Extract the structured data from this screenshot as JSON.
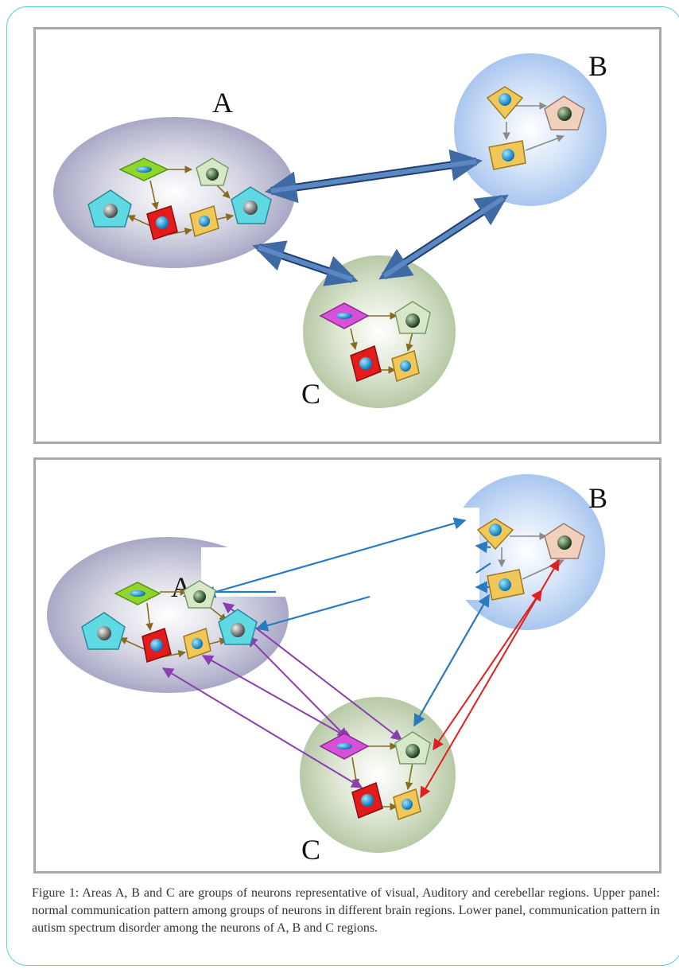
{
  "upper_panel": {
    "area_labels": {
      "a": "A",
      "b": "B",
      "c": "C"
    }
  },
  "lower_panel": {
    "area_labels": {
      "a": "A",
      "b": "B",
      "c": "C"
    }
  },
  "caption": "Figure 1: Areas A, B and C are groups of neurons representative of visual, Auditory and cerebellar regions. Upper panel: normal communication pattern among groups of neurons in different brain regions. Lower panel, communication pattern in autism spectrum disorder among the neurons of A, B and C regions.",
  "colors": {
    "area_a": "#a9a9c7",
    "area_b": "#a9c6ef",
    "area_c": "#b7c9a5",
    "inter_area_arrow": "#3f6aa3",
    "intra_area_arrow": "#8a6a1f",
    "blue_arrow": "#2a7abf",
    "purple_arrow": "#8a3fb0",
    "red_arrow": "#e02020",
    "neuron_cyan_pentagon": "#5fd9e3",
    "neuron_green_diamond": "#8ed62a",
    "neuron_pale_pentagon": "#d7e8c8",
    "neuron_red_diamond": "#e31b1b",
    "neuron_gold_diamond": "#f2c75a",
    "neuron_magenta_diamond": "#d84fd8",
    "neuron_peach_pentagon": "#f1d1bd"
  }
}
